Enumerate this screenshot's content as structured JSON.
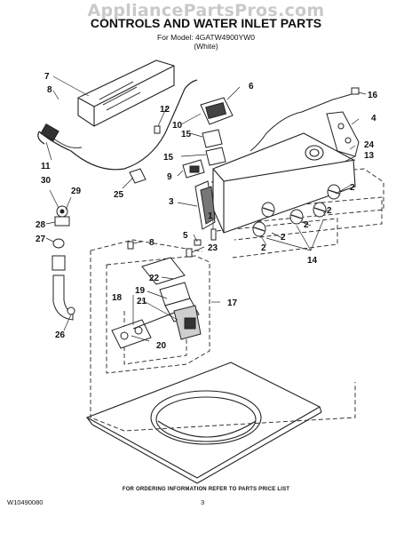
{
  "watermark": "AppliancePartsPros.com",
  "title": "CONTROLS AND WATER INLET PARTS",
  "model_line1": "For Model: 4GATW4900YW0",
  "model_line2": "(White)",
  "footer": "FOR ORDERING INFORMATION REFER TO PARTS PRICE LIST",
  "doc_number": "W10490080",
  "page_number": "3",
  "callouts": {
    "c7": "7",
    "c8a": "8",
    "c11": "11",
    "c30": "30",
    "c29": "29",
    "c28": "28",
    "c27": "27",
    "c26": "26",
    "c25": "25",
    "c12": "12",
    "c10": "10",
    "c6": "6",
    "c15a": "15",
    "c15b": "15",
    "c9": "9",
    "c3": "3",
    "c1": "1",
    "c5": "5",
    "c23": "23",
    "c8b": "8",
    "c16": "16",
    "c4": "4",
    "c24": "24",
    "c13": "13",
    "c2a": "2",
    "c2b": "2",
    "c2c": "2",
    "c2d": "2",
    "c2e": "2",
    "c14": "14",
    "c22": "22",
    "c19": "19",
    "c18": "18",
    "c21": "21",
    "c20": "20",
    "c17": "17"
  }
}
